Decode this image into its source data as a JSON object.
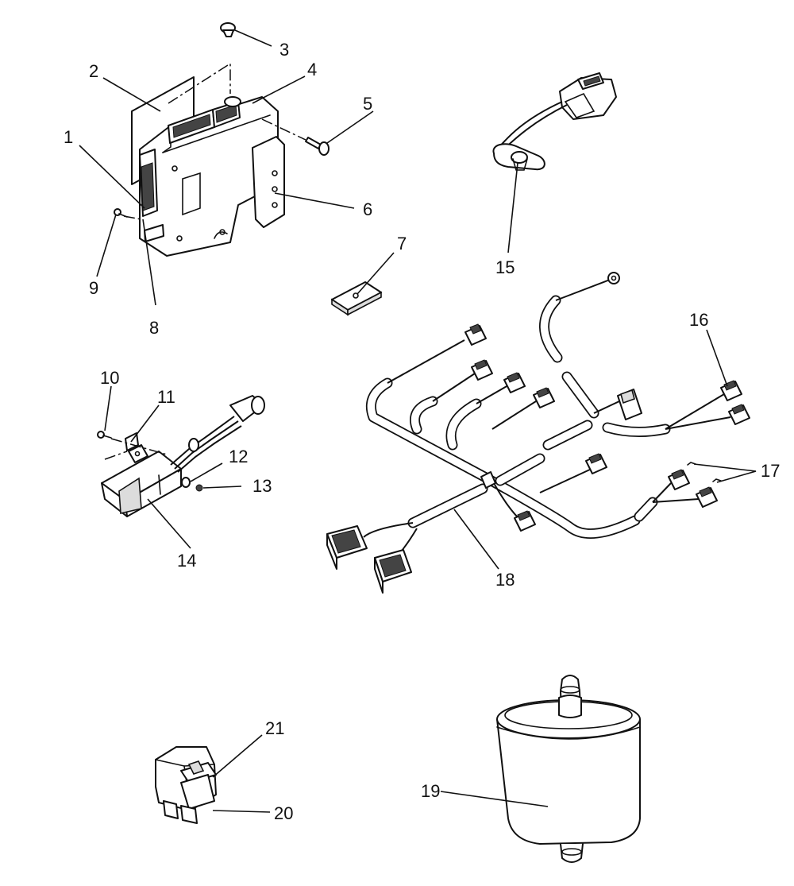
{
  "callouts": {
    "c1": "1",
    "c2": "2",
    "c3": "3",
    "c4": "4",
    "c5": "5",
    "c6": "6",
    "c7": "7",
    "c8": "8",
    "c9": "9",
    "c10": "10",
    "c11": "11",
    "c12": "12",
    "c13": "13",
    "c14": "14",
    "c15": "15",
    "c16": "16",
    "c17": "17",
    "c18": "18",
    "c19": "19",
    "c20": "20",
    "c21": "21"
  },
  "colors": {
    "ink": "#111111",
    "paper": "#ffffff"
  }
}
